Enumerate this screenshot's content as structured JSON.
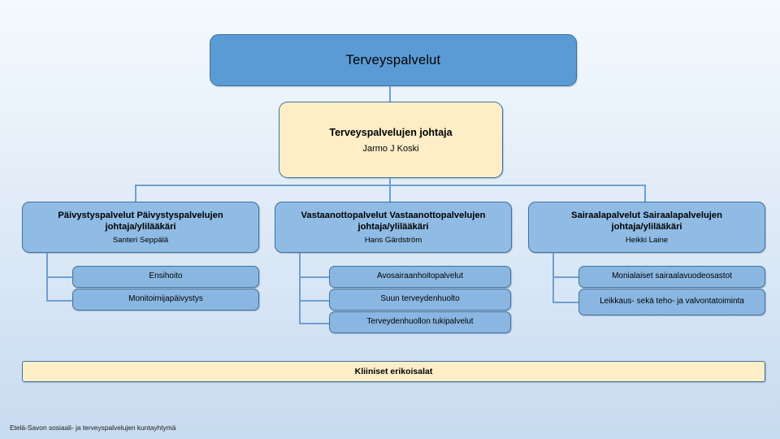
{
  "header": {
    "title": "Terveyspalvelut"
  },
  "director": {
    "role": "Terveyspalvelujen johtaja",
    "name": "Jarmo J Koski"
  },
  "departments": [
    {
      "role": "Päivystyspalvelut Päivystyspalvelujen johtaja/ylilääkäri",
      "name": "Santeri Seppälä",
      "units": [
        "Ensihoito",
        "Monitoimijapäivystys"
      ]
    },
    {
      "role": "Vastaanottopalvelut Vastaanottopalvelujen johtaja/ylilääkäri",
      "name": "Hans Gärdström",
      "units": [
        "Avosairaanhoitopalvelut",
        "Suun terveydenhuolto",
        "Terveydenhuollon tukipalvelut"
      ]
    },
    {
      "role": "Sairaalapalvelut Sairaalapalvelujen johtaja/ylilääkäri",
      "name": "Heikki Laine",
      "units": [
        "Monialaiset sairaalavuodeosastot",
        "Leikkaus- sekä teho- ja valvontatoiminta"
      ]
    }
  ],
  "footbar": {
    "label": "Kliiniset erikoisalat"
  },
  "footer": {
    "organization": "Etelä-Savon sosiaali- ja terveyspalvelujen kuntayhtymä"
  },
  "colors": {
    "title_fill": "#5b9bd5",
    "director_fill": "#fdeec8",
    "department_fill": "#8fbbe4",
    "unit_fill": "#8ab7e2",
    "border": "#41719c",
    "connector": "#6f9fd0",
    "background_top": "#f4f9fd",
    "background_bottom": "#c7dbf0"
  }
}
